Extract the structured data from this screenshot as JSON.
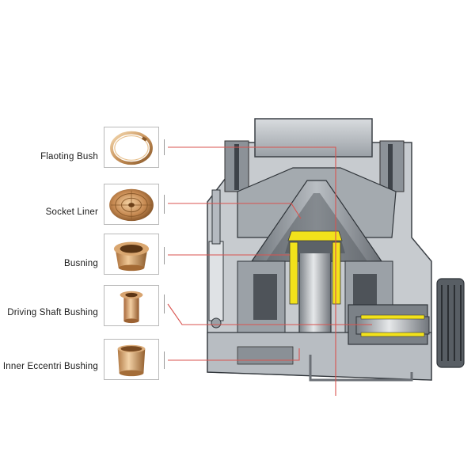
{
  "parts": [
    {
      "id": "floating-bush",
      "label": "Flaoting Bush",
      "icon": "ring-bush-icon"
    },
    {
      "id": "socket-liner",
      "label": "Socket Liner",
      "icon": "socket-liner-icon"
    },
    {
      "id": "bushing",
      "label": "Busning",
      "icon": "flanged-bushing-icon"
    },
    {
      "id": "driving-shaft-bushing",
      "label": "Driving  Shaft Bushing",
      "icon": "shaft-bushing-icon"
    },
    {
      "id": "inner-eccentric-bushing",
      "label": "Inner Eccentri Bushing",
      "icon": "eccentric-bushing-icon"
    }
  ],
  "colors": {
    "leader_line": "#d9534f",
    "bronze": "#c8925a",
    "bronze_dark": "#8a5a2b",
    "bronze_light": "#f1cfa2",
    "machine_grey": "#8e9399",
    "machine_dark": "#4a4f55",
    "highlight_yellow": "#f2e21b"
  }
}
